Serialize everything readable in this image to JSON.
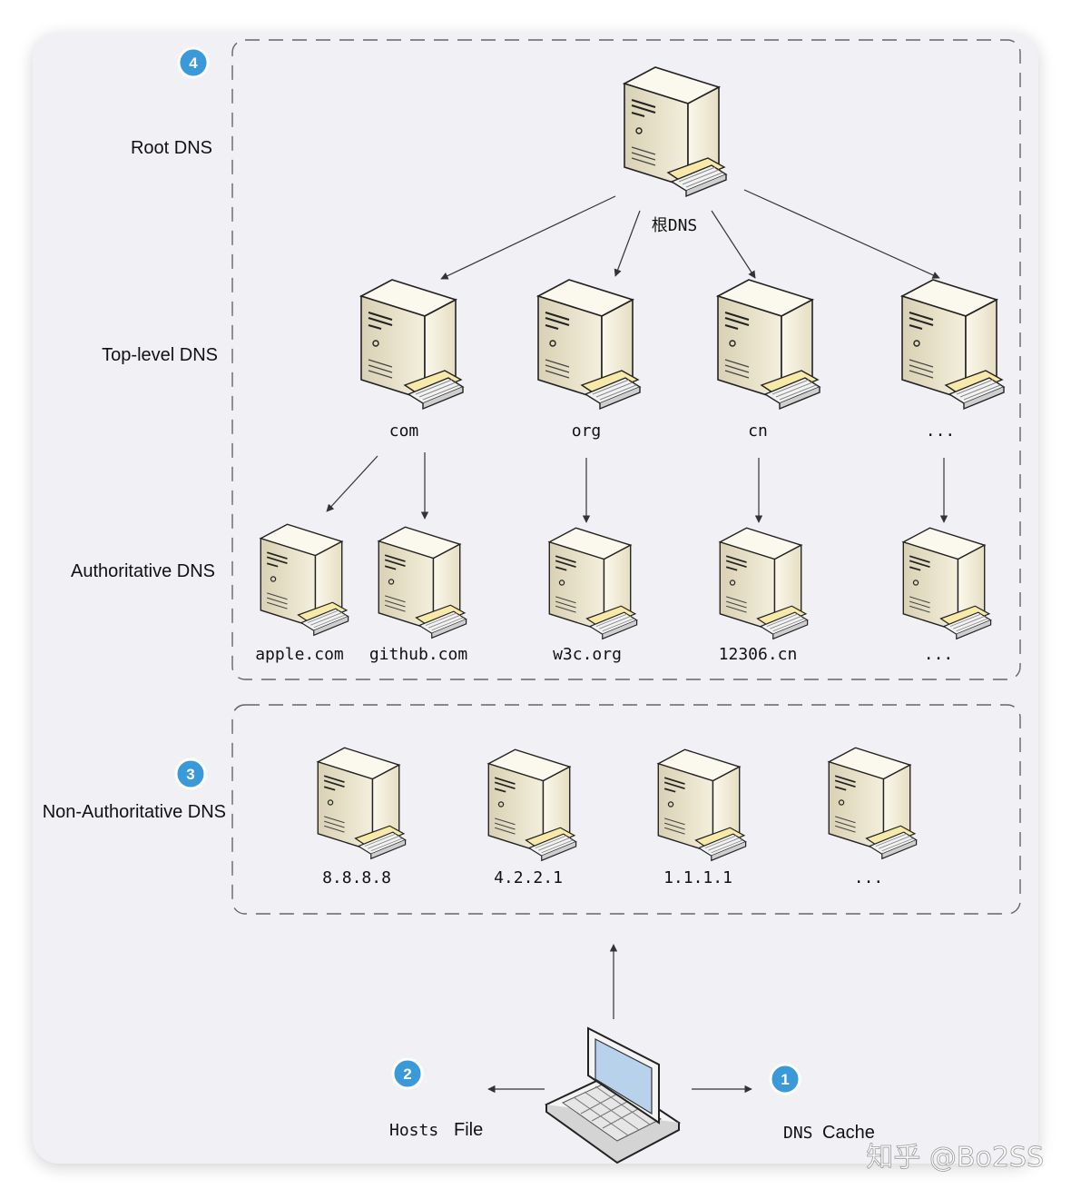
{
  "levels": {
    "root": "Root DNS",
    "top_level": "Top-level DNS",
    "authoritative": "Authoritative DNS",
    "non_authoritative": "Non-Authoritative DNS"
  },
  "badges": {
    "one": "1",
    "two": "2",
    "three": "3",
    "four": "4"
  },
  "root_server": {
    "label": "根DNS"
  },
  "tld_servers": [
    "com",
    "org",
    "cn",
    "..."
  ],
  "auth_servers": [
    "apple.com",
    "github.com",
    "w3c.org",
    "12306.cn",
    "..."
  ],
  "resolver_servers": [
    "8.8.8.8",
    "4.2.2.1",
    "1.1.1.1",
    "..."
  ],
  "client": {
    "hosts_file_label_a": "Hosts",
    "hosts_file_label_b": "File",
    "dns_cache_label_a": "DNS",
    "dns_cache_label_b": "Cache"
  },
  "watermark": "知乎 @Bo2SS",
  "colors": {
    "badge": "#3a9ad9",
    "server_body": "#efe9d4",
    "card": "#f1f0f5",
    "dash": "#666666"
  }
}
